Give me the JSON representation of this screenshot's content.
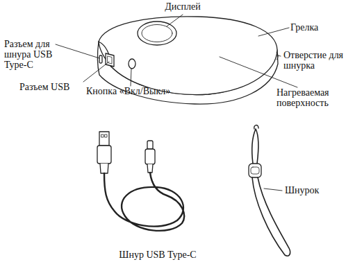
{
  "diagram": {
    "labels": [
      "Дисплей",
      "Грелка",
      "Разъем для шнура USB Type-C",
      "Отверстие для шнурка",
      "Разъем USB",
      "Кнопка «Вкл/Выкл»",
      "Нагреваемая поверхность",
      "Шнурок",
      "Шнур USB Type-C"
    ]
  }
}
